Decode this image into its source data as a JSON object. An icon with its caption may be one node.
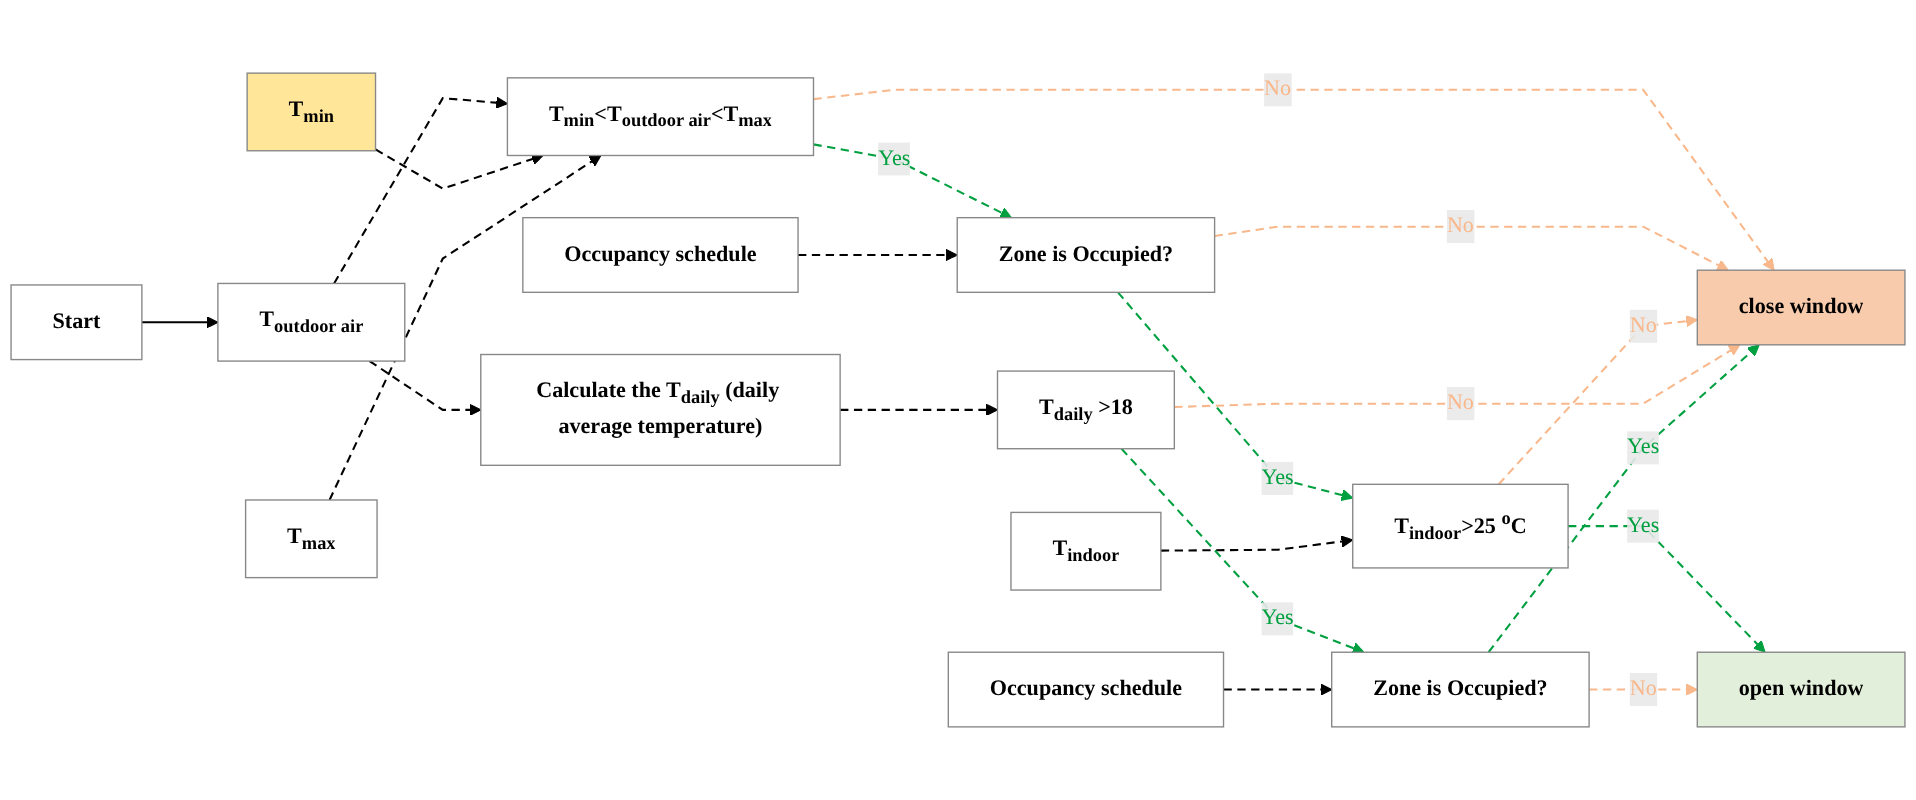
{
  "diagram": {
    "nodes": [
      {
        "text": [
          "Start"
        ]
      },
      {
        "text": [
          "T$_{outdoor air}$"
        ]
      },
      {
        "text": [
          "T$_{min}$"
        ]
      },
      {
        "text": [
          "T$_{max}$"
        ]
      },
      {
        "text": [
          "T$_{min}$<T$_{outdoor air}$<T$_{max}$"
        ]
      },
      {
        "text": [
          "Occupancy schedule"
        ]
      },
      {
        "text": [
          "Zone is Occupied?"
        ]
      },
      {
        "text": [
          "T$_{indoor}$"
        ]
      },
      {
        "text": [
          "T$_{indoor}$>25 $^{o}$C"
        ]
      },
      {
        "text": [
          "close window"
        ]
      },
      {
        "text": [
          "open window"
        ]
      },
      {
        "text": [
          "Calculate the T$_{daily}$ (daily average temperature)"
        ]
      },
      {
        "text": [
          "T$_{daily}$ >18"
        ]
      },
      {
        "text": [
          "Zone is Occupied?"
        ]
      },
      {
        "text": [
          "Occupancy schedule"
        ]
      }
    ],
    "edges": [
      {
        "from": 0,
        "to": 1,
        "arrow": "to"
      },
      {
        "from": 1,
        "to": 4,
        "arrow": "to",
        "style": "dashed"
      },
      {
        "from": 2,
        "to": 4,
        "arrow": "to",
        "style": "dashed"
      },
      {
        "from": 3,
        "to": 4,
        "arrow": "to",
        "style": "dashed"
      },
      {
        "from": 4,
        "to": 6,
        "arrow": "to",
        "label": "Yes",
        "style": "dashed",
        "color": "#00a040"
      },
      {
        "from": 5,
        "to": 6,
        "arrow": "to",
        "style": "dashed"
      },
      {
        "from": 6,
        "to": 8,
        "arrow": "to",
        "label": "Yes",
        "style": "dashed",
        "color": "#00a040"
      },
      {
        "from": 7,
        "to": 8,
        "arrow": "to",
        "style": "dashed"
      },
      {
        "from": 4,
        "to": 9,
        "arrow": "to",
        "label": "No",
        "style": "dashed",
        "color": "#f8b88b"
      },
      {
        "from": 6,
        "to": 9,
        "arrow": "to",
        "label": "No",
        "style": "dashed",
        "color": "#f8b88b"
      },
      {
        "from": 8,
        "to": 9,
        "arrow": "to",
        "label": "No",
        "style": "dashed",
        "color": "#f8b88b"
      },
      {
        "from": 8,
        "to": 10,
        "arrow": "to",
        "label": "Yes",
        "style": "dashed",
        "color": "#00a040"
      },
      {
        "from": 1,
        "to": 11,
        "arrow": "to",
        "style": "dashed"
      },
      {
        "from": 11,
        "to": 12,
        "arrow": "to",
        "style": "dashed"
      },
      {
        "from": 12,
        "to": 13,
        "arrow": "to",
        "label": "Yes",
        "style": "dashed",
        "color": "#00a040"
      },
      {
        "from": 12,
        "to": 9,
        "arrow": "to",
        "label": "No",
        "style": "dashed",
        "color": "#f8b88b"
      },
      {
        "from": 13,
        "to": 9,
        "arrow": "to",
        "label": "Yes",
        "style": "dashed",
        "color": "#00a040"
      },
      {
        "from": 13,
        "to": 10,
        "arrow": "to",
        "label": "No",
        "style": "dashed",
        "color": "#f8b88b"
      },
      {
        "from": 14,
        "to": 13,
        "arrow": "to",
        "style": "dashed"
      }
    ]
  }
}
